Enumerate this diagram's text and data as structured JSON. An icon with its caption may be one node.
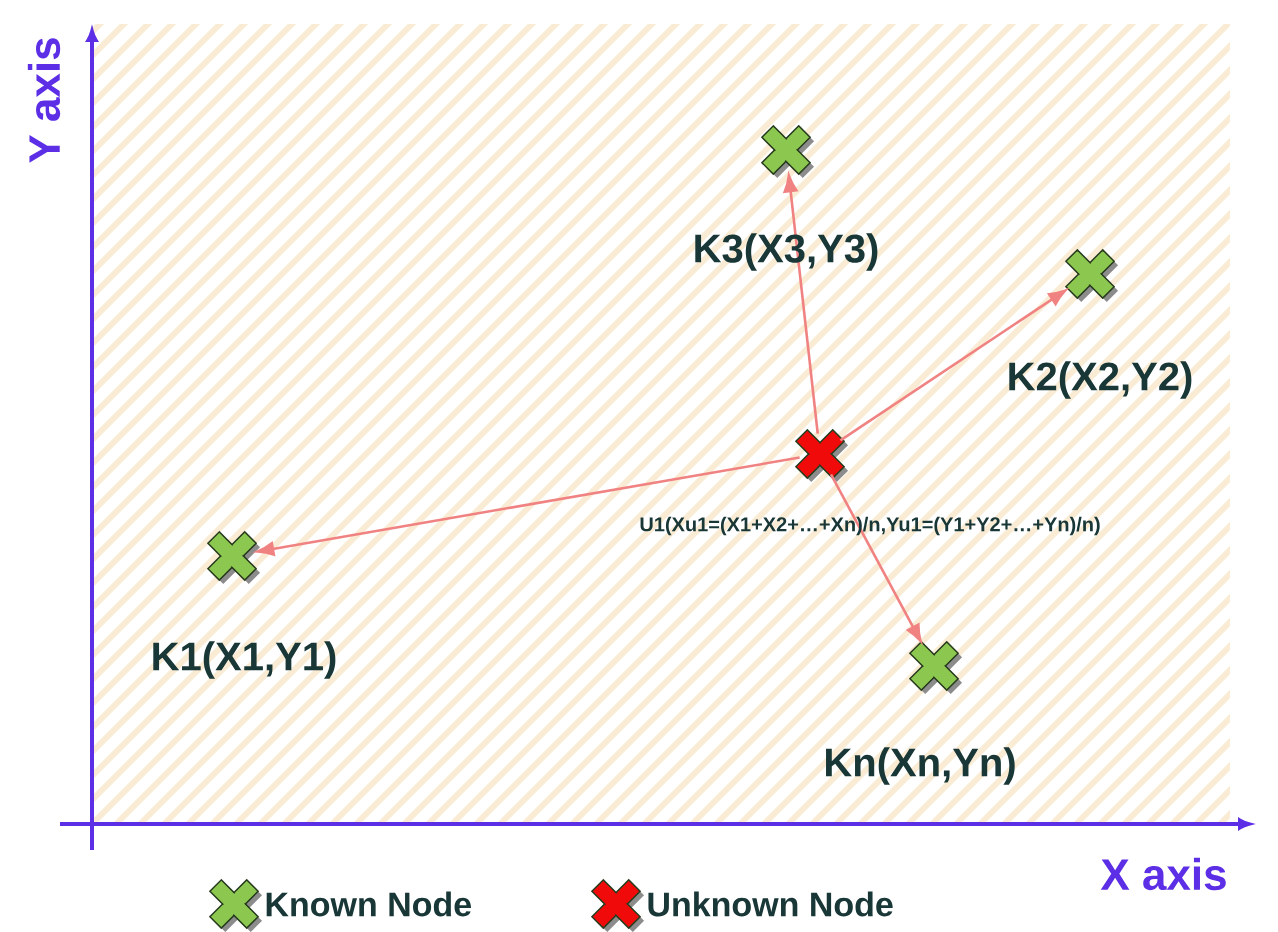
{
  "diagram": {
    "nodes": [
      {
        "text": [],
        "shape": "cross",
        "beside": [
          "U1(Xu1=(X1+X2+…+Xn)/n,Yu1=(Y1+Y2+…+Yn)/n)"
        ]
      },
      {
        "text": [],
        "shape": "cross",
        "beside": [
          "K3(X3,Y3)"
        ]
      },
      {
        "text": [],
        "shape": "cross",
        "beside": [
          "K2(X2,Y2)"
        ]
      },
      {
        "text": [],
        "shape": "cross",
        "beside": [
          "K1(X1,Y1)"
        ]
      },
      {
        "text": [],
        "shape": "cross",
        "beside": [
          "Kn(Xn,Yn)"
        ]
      }
    ],
    "edges": [
      {
        "from": 0,
        "to": 1,
        "arrow": "to"
      },
      {
        "from": 0,
        "to": 2,
        "arrow": "to"
      },
      {
        "from": 0,
        "to": 3,
        "arrow": "to"
      },
      {
        "from": 0,
        "to": 4,
        "arrow": "to"
      }
    ],
    "labels": [
      "Y axis",
      "X axis"
    ],
    "legend": [
      {
        "text": "Known Node"
      },
      {
        "text": "Unknown Node"
      }
    ]
  }
}
